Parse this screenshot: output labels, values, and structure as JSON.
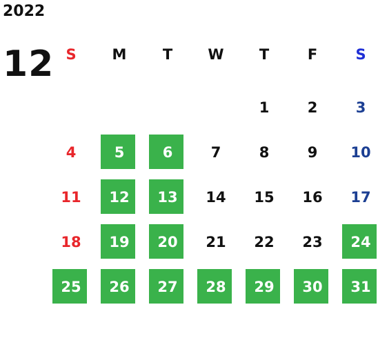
{
  "year": "2022",
  "month": "12",
  "colors": {
    "holiday_green": "#3ab24b",
    "sunday_red": "#e8262b",
    "saturday_blue": "#1c3f93",
    "text": "#111111"
  },
  "weekdays": [
    "S",
    "M",
    "T",
    "W",
    "T",
    "F",
    "S"
  ],
  "weeks": [
    [
      {
        "d": "",
        "g": false
      },
      {
        "d": "",
        "g": false
      },
      {
        "d": "",
        "g": false
      },
      {
        "d": "",
        "g": false
      },
      {
        "d": "1",
        "g": false
      },
      {
        "d": "2",
        "g": false
      },
      {
        "d": "3",
        "g": false
      }
    ],
    [
      {
        "d": "4",
        "g": false
      },
      {
        "d": "5",
        "g": true
      },
      {
        "d": "6",
        "g": true
      },
      {
        "d": "7",
        "g": false
      },
      {
        "d": "8",
        "g": false
      },
      {
        "d": "9",
        "g": false
      },
      {
        "d": "10",
        "g": false
      }
    ],
    [
      {
        "d": "11",
        "g": false
      },
      {
        "d": "12",
        "g": true
      },
      {
        "d": "13",
        "g": true
      },
      {
        "d": "14",
        "g": false
      },
      {
        "d": "15",
        "g": false
      },
      {
        "d": "16",
        "g": false
      },
      {
        "d": "17",
        "g": false
      }
    ],
    [
      {
        "d": "18",
        "g": false
      },
      {
        "d": "19",
        "g": true
      },
      {
        "d": "20",
        "g": true
      },
      {
        "d": "21",
        "g": false
      },
      {
        "d": "22",
        "g": false
      },
      {
        "d": "23",
        "g": false
      },
      {
        "d": "24",
        "g": true
      }
    ],
    [
      {
        "d": "25",
        "g": true
      },
      {
        "d": "26",
        "g": true
      },
      {
        "d": "27",
        "g": true
      },
      {
        "d": "28",
        "g": true
      },
      {
        "d": "29",
        "g": true
      },
      {
        "d": "30",
        "g": true
      },
      {
        "d": "31",
        "g": true
      }
    ]
  ]
}
